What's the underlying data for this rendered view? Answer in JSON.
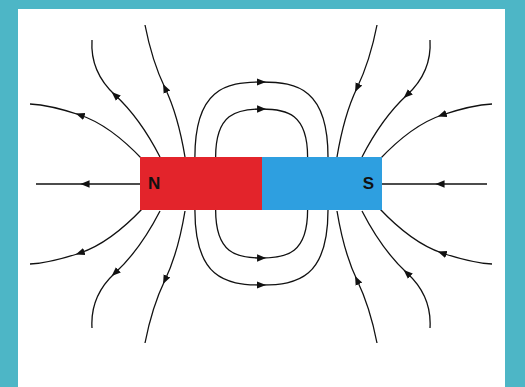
{
  "diagram": {
    "nodes": [
      {
        "text": [
          "N"
        ]
      },
      {
        "text": [
          "S"
        ]
      }
    ],
    "edges": [
      {
        "from": 0,
        "to": 1,
        "arrow": "to"
      },
      {
        "from": 0,
        "to": 1,
        "arrow": "to"
      },
      {
        "from": 0,
        "to": 1,
        "arrow": "to"
      },
      {
        "from": 0,
        "to": 1,
        "arrow": "to"
      }
    ]
  }
}
